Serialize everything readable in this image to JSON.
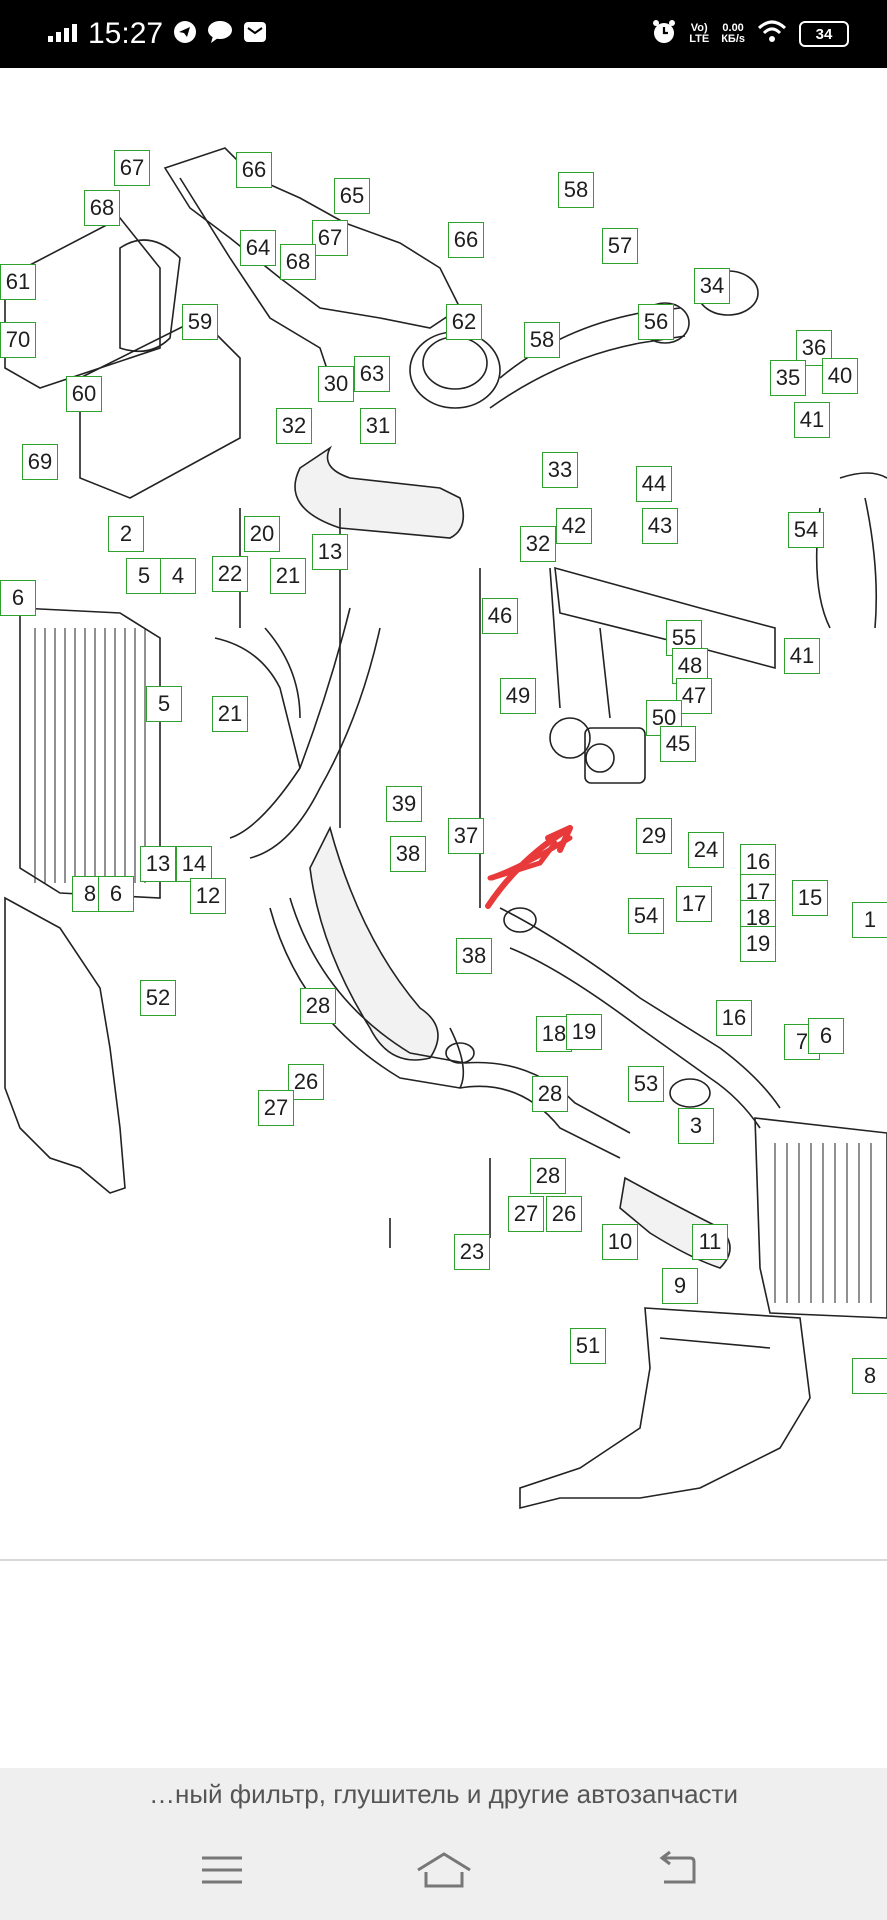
{
  "status_bar": {
    "time": "15:27",
    "network_label_top": "Vo)",
    "network_label_bottom": "LTE",
    "speed_value": "0.00",
    "speed_unit": "КБ/s",
    "battery": "34",
    "icons": [
      "signal-bars-icon",
      "telegram-icon",
      "chat-bubble-icon",
      "mail-icon",
      "alarm-clock-icon",
      "wifi-icon"
    ]
  },
  "diagram": {
    "labels": [
      "67",
      "66",
      "68",
      "58",
      "65",
      "57",
      "67",
      "64",
      "68",
      "66",
      "61",
      "59",
      "62",
      "34",
      "56",
      "58",
      "70",
      "36",
      "63",
      "35",
      "40",
      "30",
      "60",
      "31",
      "41",
      "32",
      "69",
      "33",
      "44",
      "43",
      "54",
      "42",
      "2",
      "20",
      "32",
      "13",
      "5",
      "4",
      "22",
      "21",
      "6",
      "41",
      "46",
      "55",
      "48",
      "49",
      "47",
      "50",
      "5",
      "21",
      "45",
      "39",
      "29",
      "24",
      "37",
      "38",
      "16",
      "17",
      "18",
      "15",
      "13",
      "14",
      "19",
      "12",
      "8",
      "6",
      "54",
      "17",
      "52",
      "28",
      "38",
      "1",
      "18",
      "19",
      "16",
      "7",
      "6",
      "26",
      "53",
      "27",
      "28",
      "3",
      "28",
      "27",
      "26",
      "23",
      "10",
      "11",
      "9",
      "51",
      "8"
    ]
  },
  "accent_colors": {
    "label_border": "#2ea12e",
    "arrow": "#e83a3a"
  },
  "caption": "…ный фильтр, глушитель и другие автозапчасти",
  "nav": {
    "icons": [
      "menu-icon",
      "home-icon",
      "back-icon"
    ]
  }
}
